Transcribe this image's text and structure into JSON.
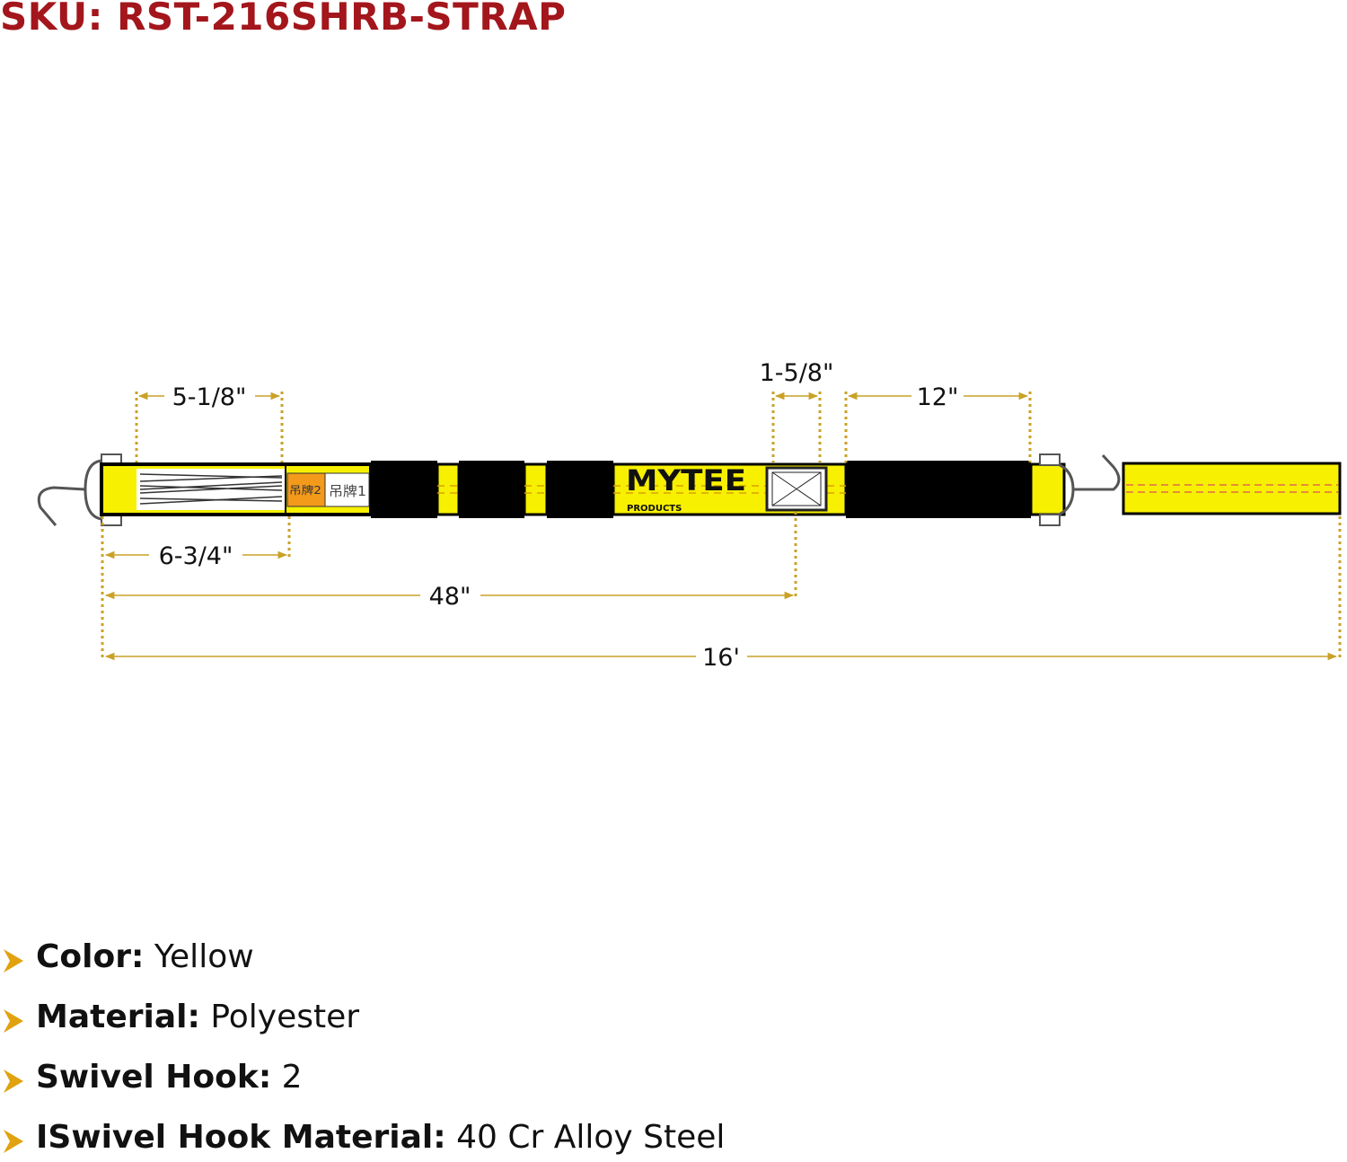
{
  "sku": "SKU: RST-216SHRB-STRAP",
  "diagram": {
    "brand": "MYTEE",
    "brand_sub": "PRODUCTS",
    "tag_orange": "吊牌2",
    "tag_white": "吊牌1",
    "dimensions": {
      "webbing": "5-1/8\"",
      "buckle": "1-5/8\"",
      "sleeve": "12\"",
      "end_to_tag": "6-3/4\"",
      "to_buckle": "48\"",
      "total": "16'"
    }
  },
  "specs": [
    {
      "label": "Color:",
      "value": "Yellow"
    },
    {
      "label": "Material:",
      "value": "Polyester"
    },
    {
      "label": "Swivel Hook:",
      "value": "2"
    },
    {
      "label": "ISwivel Hook Material:",
      "value": "40 Cr Alloy Steel"
    }
  ],
  "colors": {
    "title": "#a3161c",
    "strap": "#f7f000",
    "dimension": "#c9a227",
    "sleeve": "#000000"
  }
}
